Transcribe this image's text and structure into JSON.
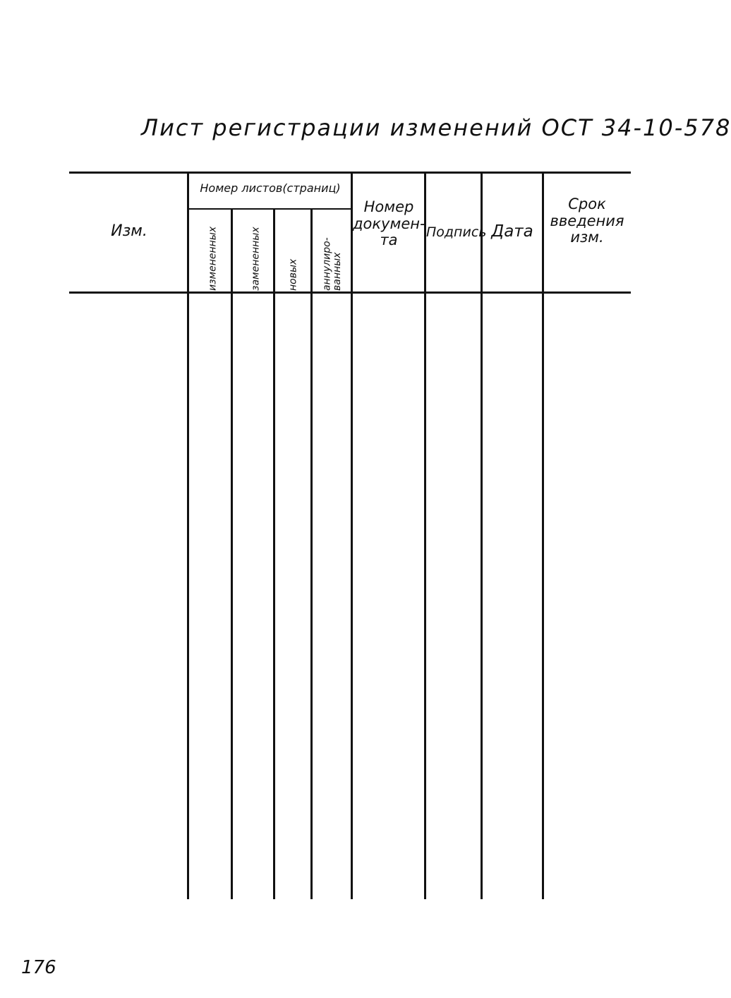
{
  "document": {
    "title": "Лист регистрации изменений ОСТ 34-10-578",
    "page_number": "176"
  },
  "table": {
    "headers": {
      "izm": "Изм.",
      "group": "Номер листов(страниц)",
      "sub": [
        "измененных",
        "замененных",
        "новых",
        "аннулиро-\nванных"
      ],
      "doc_number": "Номер докумен-та",
      "signature": "Подпись",
      "date": "Дата",
      "effective_date": "Срок введения изм."
    },
    "rows": []
  }
}
